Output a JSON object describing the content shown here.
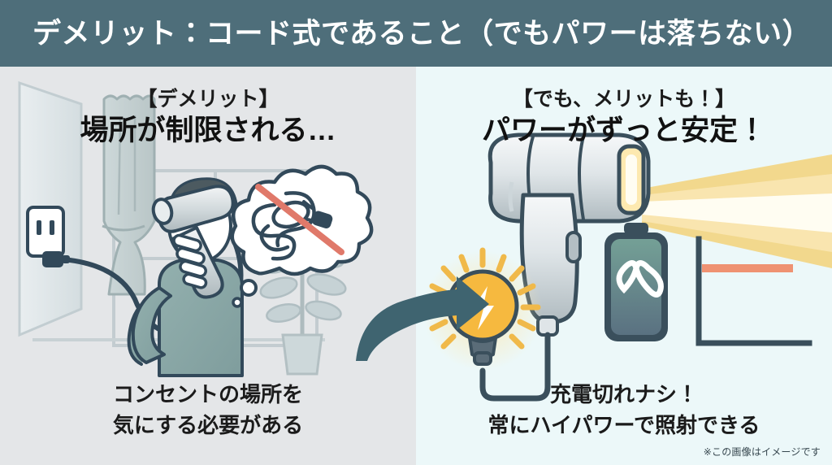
{
  "header": {
    "title": "デメリット：コード式であること（でもパワーは落ちない）",
    "bg_color": "#4e6e7a",
    "text_color": "#ffffff"
  },
  "panels": {
    "left": {
      "bg_color": "#e4e6e8",
      "kicker": "【デメリット】",
      "heading": "場所が制限される…",
      "caption_line1": "コンセントの場所を",
      "caption_line2": "気にする必要がある",
      "illustration": {
        "name": "person-using-corded-device-near-outlet",
        "elements": [
          "wall-panel",
          "window-frame",
          "curtain",
          "wall-outlet",
          "power-plug",
          "power-cord",
          "person-figure",
          "handheld-device",
          "potted-plant",
          "thought-bubble-tangled-cord-crossed-out"
        ],
        "colors": {
          "outline": "#3a4f5c",
          "wall": "#dbe3e6",
          "curtain": "#c7d2d4",
          "shirt": "#8aa8a8",
          "hair": "#4c5a60",
          "skin": "#fdfdfd",
          "plant": "#c3cfd2",
          "bubble": "#ffffff",
          "prohibit_stroke": "#e0796a"
        }
      }
    },
    "right": {
      "bg_color": "#ecf8f9",
      "kicker": "【でも、メリットも！】",
      "heading": "パワーがずっと安定！",
      "caption_line1": "充電切れナシ！",
      "caption_line2": "常にハイパワーで照射できる",
      "illustration": {
        "name": "corded-device-with-constant-power",
        "elements": [
          "handheld-device",
          "light-beam",
          "light-bulb-with-bolt",
          "power-cord",
          "battery-infinity",
          "power-level-chart-flat-line"
        ],
        "colors": {
          "outline": "#3a4f5c",
          "device_body": "#f3f5f6",
          "device_shade": "#b9c3c7",
          "beam_core": "#fffdf2",
          "beam_edge": "#f3d27a",
          "bulb": "#f6b93f",
          "bulb_glow": "#fcefc4",
          "battery_fill_top": "#6f9b93",
          "battery_fill_bottom": "#5d7483",
          "chart_line": "#ef9272"
        }
      }
    }
  },
  "arrow": {
    "name": "transition-arrow",
    "direction": "right",
    "color": "#3f6470"
  },
  "footer": {
    "disclaimer": "※この画像はイメージです"
  }
}
